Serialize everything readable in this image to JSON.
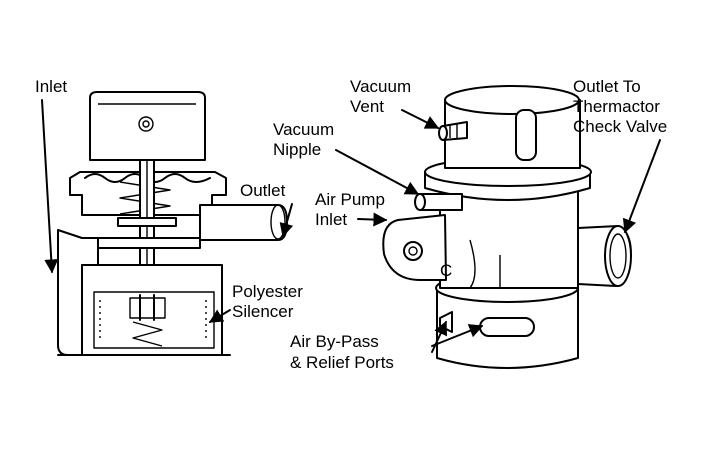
{
  "left_valve": {
    "inlet": "Inlet",
    "outlet": "Outlet",
    "silencer_line1": "Polyester",
    "silencer_line2": "Silencer"
  },
  "right_valve": {
    "vacuum_vent_line1": "Vacuum",
    "vacuum_vent_line2": "Vent",
    "vacuum_nipple_line1": "Vacuum",
    "vacuum_nipple_line2": "Nipple",
    "outlet_line1": "Outlet To",
    "outlet_line2": "Thermactor",
    "outlet_line3": "Check Valve",
    "air_pump_line1": "Air Pump",
    "air_pump_line2": "Inlet",
    "bypass_line1": "Air By-Pass",
    "bypass_line2": "& Relief Ports",
    "casting_mark": "C"
  }
}
